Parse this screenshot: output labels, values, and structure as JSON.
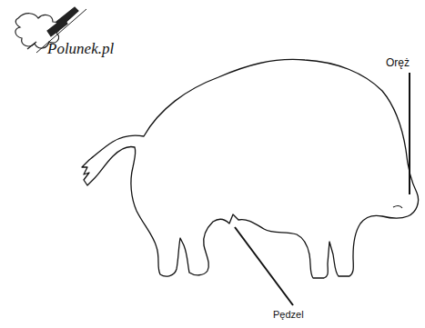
{
  "diagram": {
    "labels": [
      "Polunek.pl",
      "Oręż",
      "Pędzel"
    ]
  }
}
